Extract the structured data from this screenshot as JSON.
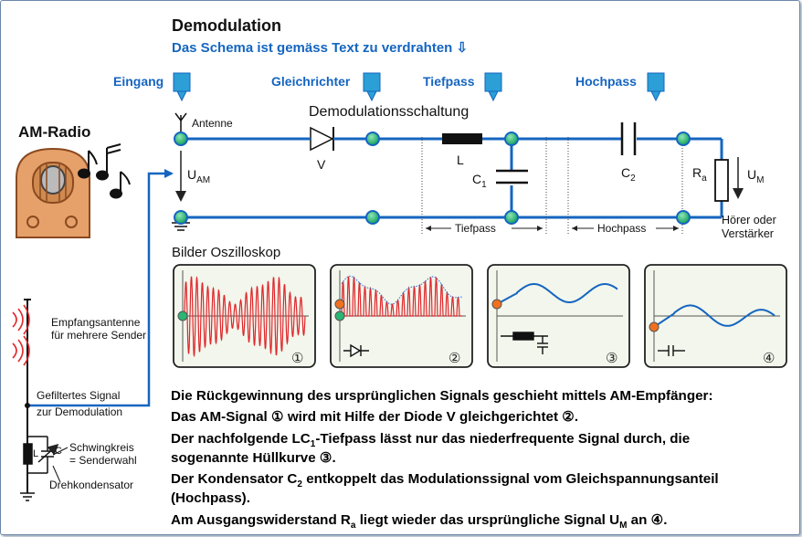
{
  "header": {
    "title": "Demodulation",
    "subtitle": "Das Schema ist gemäss Text zu verdrahten ⇩"
  },
  "stages": {
    "eingang": "Eingang",
    "gleichrichter": "Gleichrichter",
    "tiefpass": "Tiefpass",
    "hochpass": "Hochpass"
  },
  "circuit": {
    "title": "Demodulationsschaltung",
    "antenne": "Antenne",
    "uam": "U",
    "uam_sub": "AM",
    "diode": "V",
    "inductor": "L",
    "c1": "C",
    "c1_sub": "1",
    "c2": "C",
    "c2_sub": "2",
    "ra": "R",
    "ra_sub": "a",
    "um": "U",
    "um_sub": "M",
    "tiefpass_range": "Tiefpass",
    "hochpass_range": "Hochpass",
    "output_line1": "Hörer oder",
    "output_line2": "Verstärker"
  },
  "radio": {
    "label": "AM-Radio"
  },
  "antenna_side": {
    "empfang1": "Empfangsantenne",
    "empfang2": "für mehrere Sender",
    "signal1": "Gefiltertes Signal",
    "signal2": "zur Demodulation",
    "component_l": "L",
    "component_c": "C",
    "schwing1": "Schwingkreis",
    "schwing2": "= Senderwahl",
    "dreh": "Drehkondensator"
  },
  "oscilloscope": {
    "title": "Bilder Oszilloskop",
    "panels": [
      {
        "number": "①"
      },
      {
        "number": "②"
      },
      {
        "number": "③"
      },
      {
        "number": "④"
      }
    ]
  },
  "text": {
    "p1": "Die Rückgewinnung des ursprünglichen Signals geschieht mittels AM-Empfänger:",
    "p2": "Das AM-Signal ① wird mit Hilfe der Diode V gleichgerichtet ②.",
    "p3a_pre": "Der nachfolgende LC",
    "p3a_sub": "1",
    "p3a_post": "-Tiefpass lässt nur das niederfrequente Signal durch, die",
    "p3b": "sogenannte Hüllkurve ③.",
    "p4a_pre": "Der Kondensator C",
    "p4a_sub": "2",
    "p4a_post": " entkoppelt das Modulationssignal vom Gleichspannungsanteil",
    "p4b": "(Hochpass).",
    "p5_pre": "Am Ausgangswiderstand R",
    "p5_sub": "a",
    "p5_mid": " liegt wieder das ursprüngliche Signal U",
    "p5_sub2": "M",
    "p5_post": " an ④."
  },
  "colors": {
    "wire": "#1565c0",
    "node": "#2bb673",
    "signal": "#e0262b",
    "scope_bg": "#f2f6ec",
    "stage_label": "#1565c0"
  }
}
